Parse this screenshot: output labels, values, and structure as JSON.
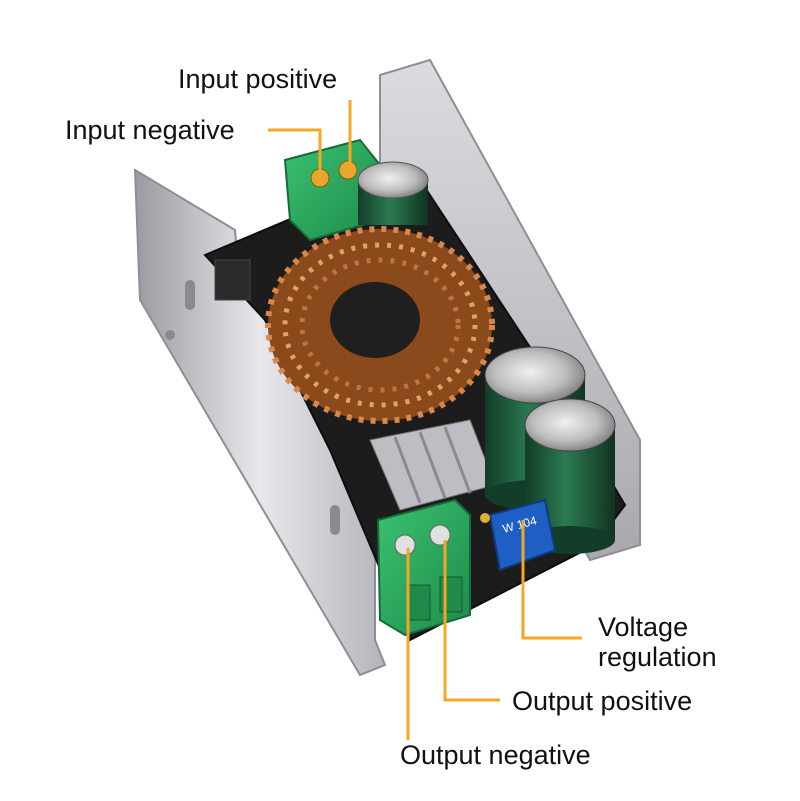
{
  "labels": {
    "input_positive": "Input positive",
    "input_negative": "Input negative",
    "voltage_regulation_line1": "Voltage",
    "voltage_regulation_line2": "regulation",
    "output_positive": "Output positive",
    "output_negative": "Output negative"
  },
  "potentiometer_marking": "W 104",
  "colors": {
    "leader_line": "#F5A623",
    "terminal_green": "#2FA860",
    "pcb": "#1c1c1c",
    "heatsink_case": "#c9c9cf",
    "copper_coil": "#b8652a",
    "capacitor_body": "#1f5a3c",
    "potentiometer": "#1f5fc4"
  }
}
